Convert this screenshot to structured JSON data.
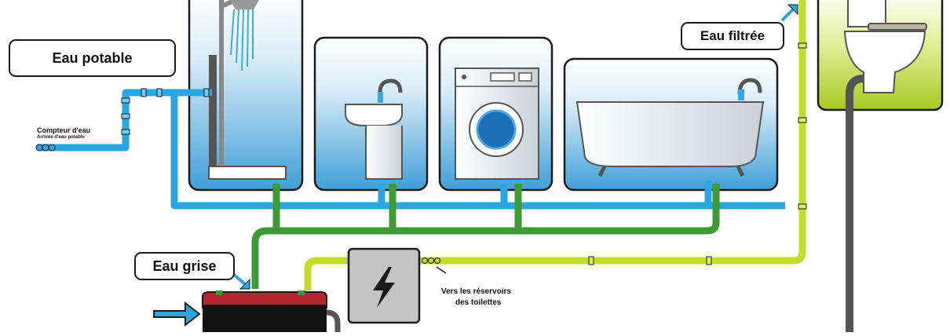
{
  "labels": {
    "potable": "Eau potable",
    "filtered": "Eau filtrée",
    "grey": "Eau grise",
    "meter_line1": "Compteur d'eau",
    "meter_line2": "Arrivée d'eau potable",
    "tank_line1": "Vers les réservoirs",
    "tank_line2": "des toilettes"
  },
  "colors": {
    "potable_pipe": "#2ba6e0",
    "grey_pipe": "#3e9a35",
    "filtered_pipe": "#c3de28",
    "drain_pipe": "#555555",
    "panel_fill": "#4aa8dc",
    "toilet_panel": "#b7d22b"
  },
  "icons": [
    "shower-icon",
    "sink-icon",
    "washing-machine-icon",
    "bathtub-icon",
    "toilet-icon",
    "lightning-icon",
    "grey-water-tank",
    "arrow-icon"
  ]
}
